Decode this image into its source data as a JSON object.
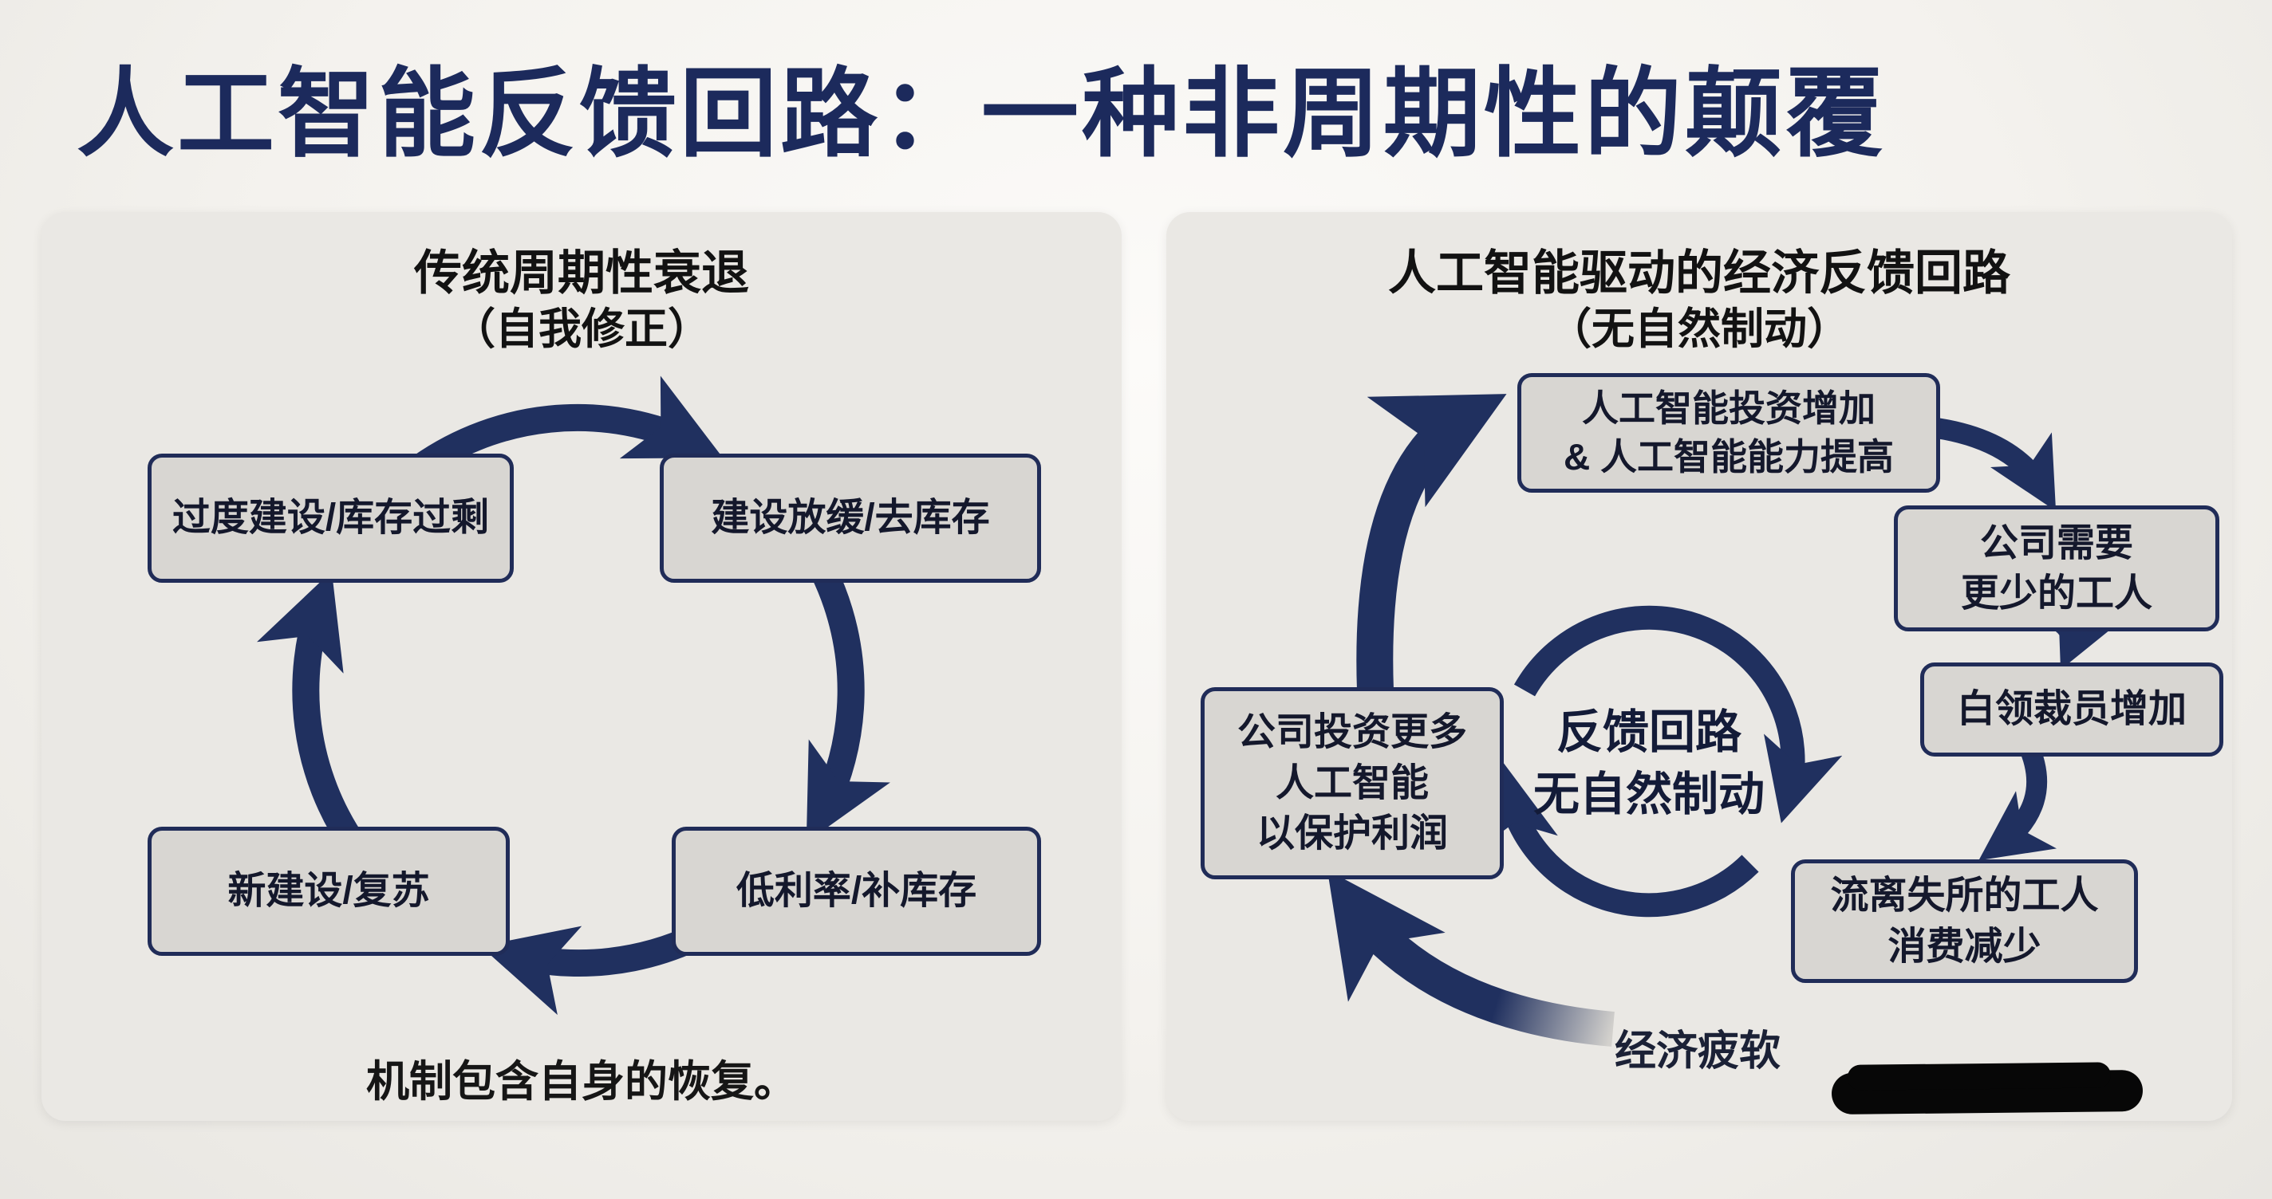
{
  "title": "人工智能反馈回路：一种非周期性的颠覆",
  "left_panel": {
    "heading": "传统周期性衰退",
    "subheading": "（自我修正）",
    "boxes": {
      "top_left": "过度建设/库存过剩",
      "top_right": "建设放缓/去库存",
      "bottom_right": "低利率/补库存",
      "bottom_left": "新建设/复苏"
    },
    "caption": "机制包含自身的恢复。"
  },
  "right_panel": {
    "heading": "人工智能驱动的经济反馈回路",
    "subheading": "（无自然制动）",
    "boxes": {
      "top": [
        "人工智能投资增加",
        "& 人工智能能力提高"
      ],
      "right_upper": [
        "公司需要",
        "更少的工人"
      ],
      "right_mid": [
        "白领裁员增加"
      ],
      "bottom_right": [
        "流离失所的工人",
        "消费减少"
      ],
      "left": [
        "公司投资更多",
        "人工智能",
        "以保护利润"
      ]
    },
    "center_label": [
      "反馈回路",
      "无自然制动"
    ],
    "arc_label": "经济疲软"
  },
  "colors": {
    "title": "#1c2a5c",
    "arrow_navy": "#20305f",
    "box_fill": "#d8d6d2",
    "box_border": "#202c58",
    "panel_bg": "#eae8e4",
    "page_bg": "#f4f2ee",
    "text_dark": "#14182c"
  }
}
